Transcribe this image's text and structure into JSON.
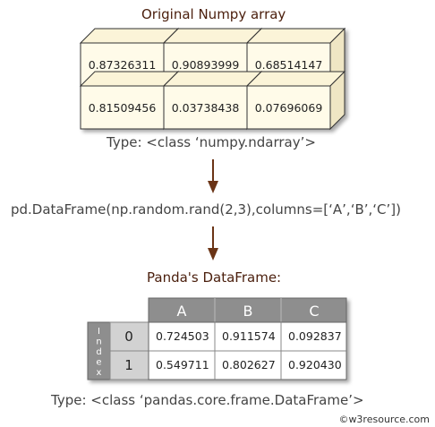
{
  "numpy_title": "Original Numpy array",
  "numpy_values": [
    [
      "0.87326311",
      "0.90893999",
      "0.68514147"
    ],
    [
      "0.81509456",
      "0.03738438",
      "0.07696069"
    ]
  ],
  "numpy_type": "Type: <class ‘numpy.ndarray’>",
  "code": "pd.DataFrame(np.random.rand(2,3),columns=[‘A’,‘B’,‘C’])",
  "df_title": "Panda's DataFrame:",
  "df_columns": [
    "A",
    "B",
    "C"
  ],
  "df_index_label": "Index",
  "df_index": [
    "0",
    "1"
  ],
  "df_values": [
    [
      "0.724503",
      "0.911574",
      "0.092837"
    ],
    [
      "0.549711",
      "0.802627",
      "0.920430"
    ]
  ],
  "df_type": "Type: <class ‘pandas.core.frame.DataFrame’>",
  "watermark": "©w3resource.com",
  "colors": {
    "cube_face": "#fffbe9",
    "cube_stroke": "#333333",
    "arrow": "#6b3416",
    "header_bg": "#8e8e8e",
    "index_bg": "#d2d2d2",
    "index_axis_bg": "#8e8e8e",
    "title": "#4a1e0c"
  }
}
